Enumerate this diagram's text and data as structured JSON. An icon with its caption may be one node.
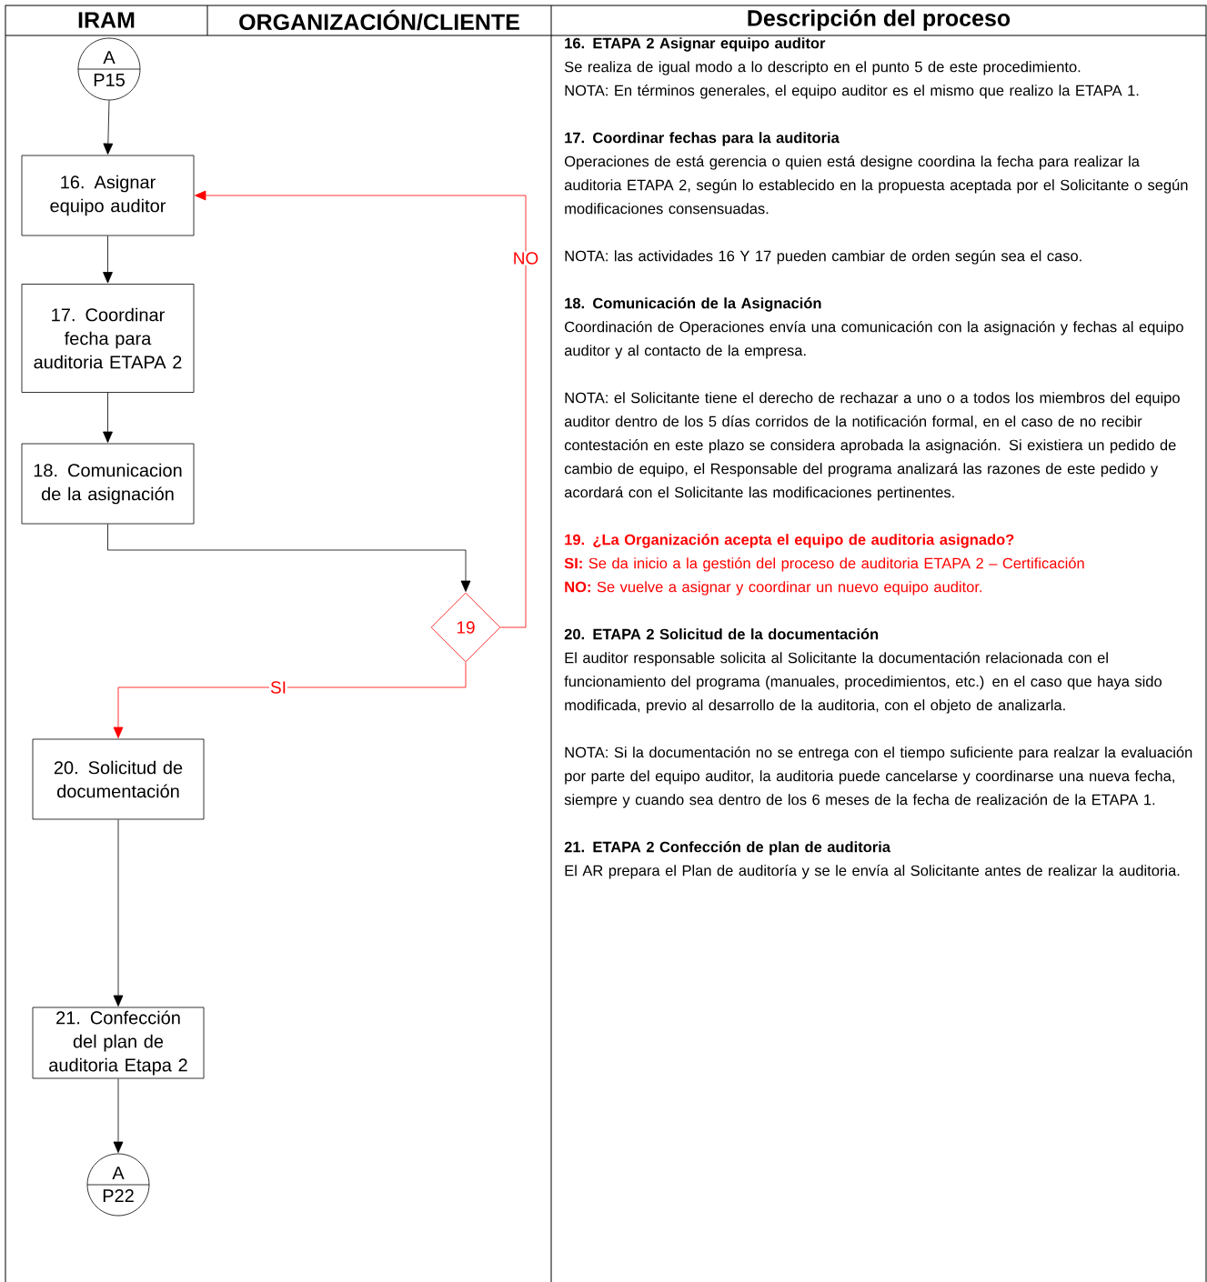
{
  "diagram": {
    "nodes": [
      {
        "text": [
          "A",
          "P15"
        ]
      },
      {
        "text": [
          "16. Asignar equipo auditor"
        ]
      },
      {
        "text": [
          "17. Coordinar fecha para auditoria ETAPA 2"
        ]
      },
      {
        "text": [
          "18. Comunicacion de la asignación"
        ]
      },
      {
        "text": [
          "19"
        ]
      },
      {
        "text": [
          "20. Solicitud de documentación"
        ]
      },
      {
        "text": [
          "21. Confección del plan de auditoria Etapa 2"
        ]
      },
      {
        "text": [
          "A",
          "P22"
        ]
      }
    ],
    "edges": [
      {
        "from": 0,
        "to": 1,
        "arrow": "to"
      },
      {
        "from": 1,
        "to": 2,
        "arrow": "to"
      },
      {
        "from": 2,
        "to": 3,
        "arrow": "to"
      },
      {
        "from": 3,
        "to": 4,
        "arrow": "to"
      },
      {
        "from": 4,
        "to": 1,
        "arrow": "to",
        "label": "NO",
        "color": "#ff0000"
      },
      {
        "from": 4,
        "to": 5,
        "arrow": "to",
        "label": "SI",
        "color": "#ff0000"
      },
      {
        "from": 5,
        "to": 6,
        "arrow": "to"
      },
      {
        "from": 6,
        "to": 7,
        "arrow": "to"
      }
    ],
    "labels": [
      "IRAM",
      "ORGANIZACIÓN/CLIENTE",
      "Descripción del proceso",
      "16.  ETAPA 2 Asignar equipo auditor",
      "Se realiza de igual modo a lo descripto en el punto 5 de este procedimiento.",
      "NOTA: En términos generales, el equipo auditor es el mismo que realizo la ETAPA 1.",
      "17. Coordinar fechas para la auditoria",
      "Operaciones de está gerencia o quien está designe coordina la fecha para realizar la auditoria ETAPA 2, según lo establecido en la propuesta aceptada por el Solicitante o según modificaciones consensuadas.",
      "NOTA: las actividades 16 Y 17 pueden cambiar de orden según sea el caso.",
      "18. Comunicación de la Asignación",
      "Coordinación de Operaciones envía una comunicación con la asignación y fechas al equipo auditor y al contacto de la empresa.",
      "NOTA: el Solicitante tiene el derecho de rechazar a uno o a todos los miembros del equipo auditor dentro de los 5 días corridos de la notificación formal, en el caso de no recibir contestación en este plazo se considera aprobada la asignación.  Si existiera un pedido de cambio de equipo, el Responsable del programa analizará las razones de este pedido y acordará con el Solicitante las modificaciones pertinentes.",
      "19. ¿La Organización acepta el equipo de auditoria asignado?",
      "**SI:** Se da inicio a la gestión del proceso de auditoria ETAPA 2 – Certificación",
      "**NO:** Se vuelve a asignar y coordinar un nuevo equipo auditor.",
      "20. ETAPA 2 Solicitud de la documentación",
      "El auditor responsable solicita al Solicitante la documentación relacionada con el funcionamiento del programa (manuales, procedimientos, etc.) en el caso que haya sido modificada, previo al desarrollo de la auditoria, con el objeto de analizarla.",
      "NOTA: Si la documentación no se entrega con el tiempo suficiente para realzar la evaluación por parte del equipo auditor, la auditoria puede cancelarse y coordinarse una nueva fecha, siempre y cuando sea dentro de los 6 meses de la fecha de realización de la ETAPA 1.",
      "21. ETAPA 2 Confección de plan de auditoria",
      "El AR prepara el Plan de auditoría y se le envía al Solicitante antes de realizar la auditoria."
    ]
  }
}
